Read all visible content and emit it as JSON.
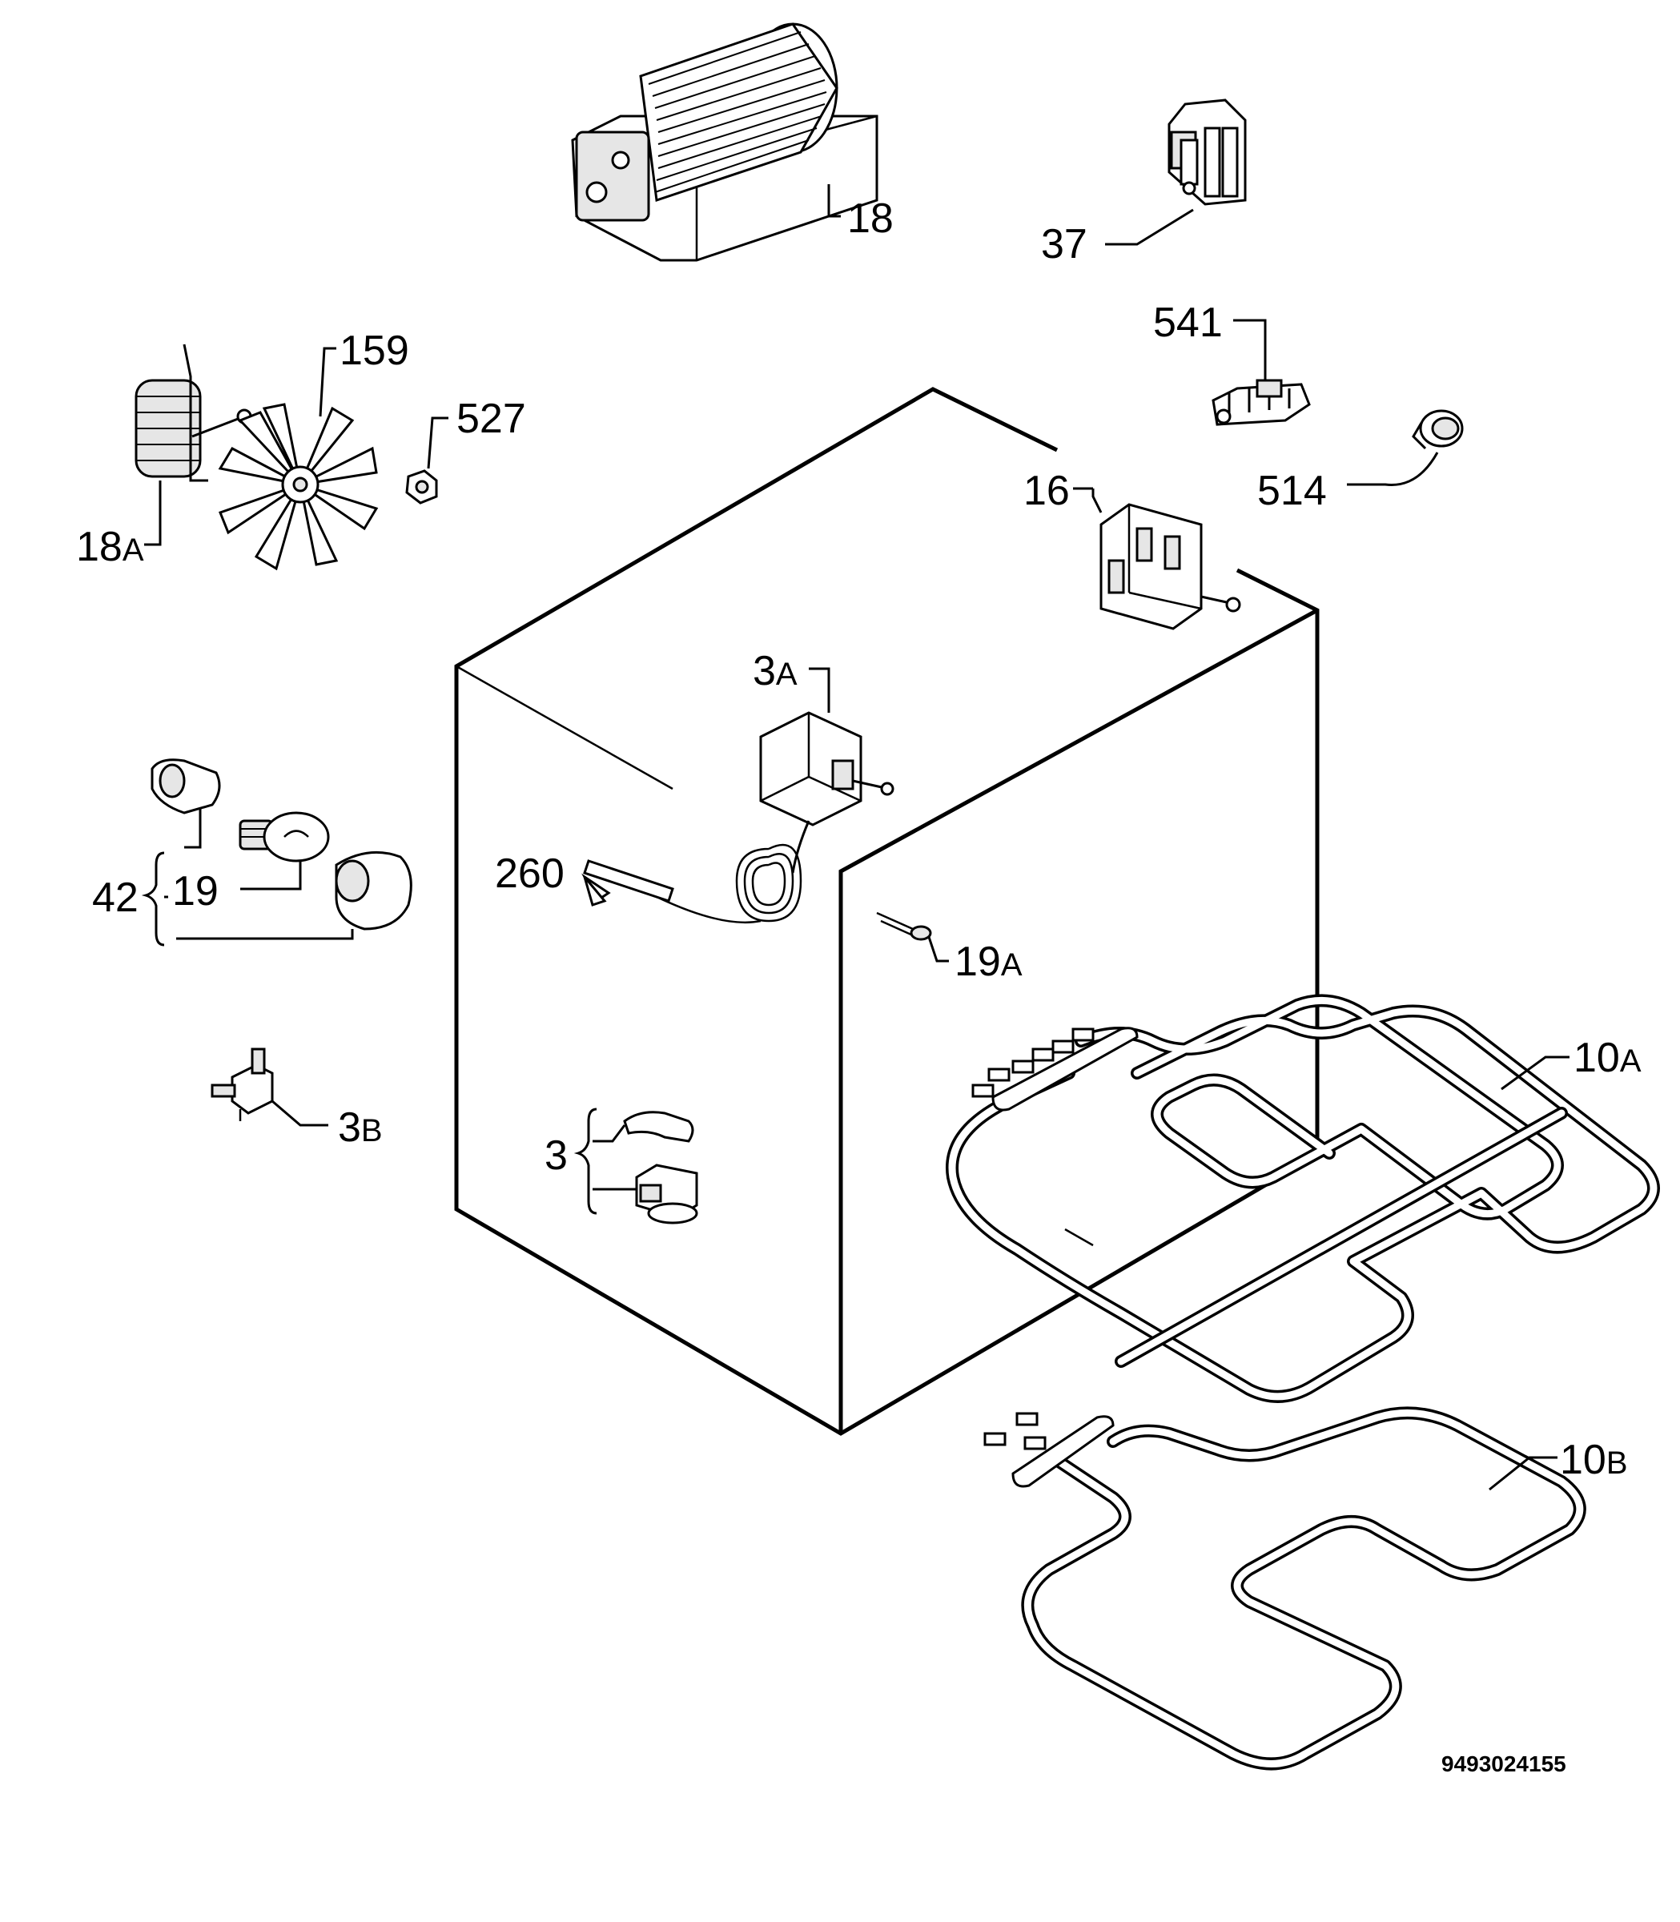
{
  "diagram": {
    "drawing_code": "9493024155",
    "callouts": {
      "p18": {
        "num": "18",
        "suf": ""
      },
      "p37": {
        "num": "37",
        "suf": ""
      },
      "p541": {
        "num": "541",
        "suf": ""
      },
      "p159": {
        "num": "159",
        "suf": ""
      },
      "p527": {
        "num": "527",
        "suf": ""
      },
      "p18A": {
        "num": "18",
        "suf": "A"
      },
      "p514": {
        "num": "514",
        "suf": ""
      },
      "p16": {
        "num": "16",
        "suf": ""
      },
      "p3A": {
        "num": "3",
        "suf": "A"
      },
      "p260": {
        "num": "260",
        "suf": ""
      },
      "p42": {
        "num": "42",
        "suf": ""
      },
      "p19": {
        "num": "19",
        "suf": ""
      },
      "p19A": {
        "num": "19",
        "suf": "A"
      },
      "p10A": {
        "num": "10",
        "suf": "A"
      },
      "p3B": {
        "num": "3",
        "suf": "B"
      },
      "p3": {
        "num": "3",
        "suf": ""
      },
      "p10B": {
        "num": "10",
        "suf": "B"
      }
    }
  }
}
